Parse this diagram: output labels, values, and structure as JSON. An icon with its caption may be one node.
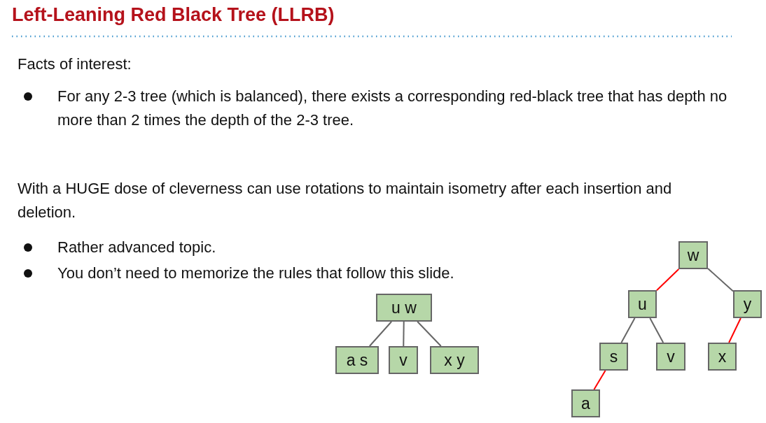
{
  "diagram": {
    "title": "Left-Leaning Red Black Tree (LLRB)",
    "nodes": [
      {
        "text": [
          "u w"
        ]
      },
      {
        "text": [
          "a s"
        ]
      },
      {
        "text": [
          "v"
        ]
      },
      {
        "text": [
          "x y"
        ]
      },
      {
        "text": [
          "w"
        ]
      },
      {
        "text": [
          "u"
        ]
      },
      {
        "text": [
          "y"
        ]
      },
      {
        "text": [
          "s"
        ]
      },
      {
        "text": [
          "v"
        ]
      },
      {
        "text": [
          "x"
        ]
      },
      {
        "text": [
          "a"
        ]
      }
    ],
    "edges": [
      {
        "from": 0,
        "to": 1,
        "arrow": "none"
      },
      {
        "from": 0,
        "to": 2,
        "arrow": "none"
      },
      {
        "from": 0,
        "to": 3,
        "arrow": "none"
      },
      {
        "from": 4,
        "to": 5,
        "arrow": "none",
        "color": "#ff0000"
      },
      {
        "from": 4,
        "to": 6,
        "arrow": "none"
      },
      {
        "from": 5,
        "to": 7,
        "arrow": "none"
      },
      {
        "from": 5,
        "to": 8,
        "arrow": "none"
      },
      {
        "from": 6,
        "to": 9,
        "arrow": "none",
        "color": "#ff0000"
      },
      {
        "from": 7,
        "to": 10,
        "arrow": "none",
        "color": "#ff0000"
      }
    ],
    "labels": [
      "Facts of interest:",
      "For any 2-3 tree (which is balanced), there exists a corresponding red-black tree that has depth no more than 2 times the depth of the 2-3 tree.",
      "With a HUGE dose of cleverness can use rotations to maintain isometry after each insertion and deletion.",
      "Rather advanced topic.",
      "You don’t need to memorize the rules that follow this slide."
    ]
  }
}
